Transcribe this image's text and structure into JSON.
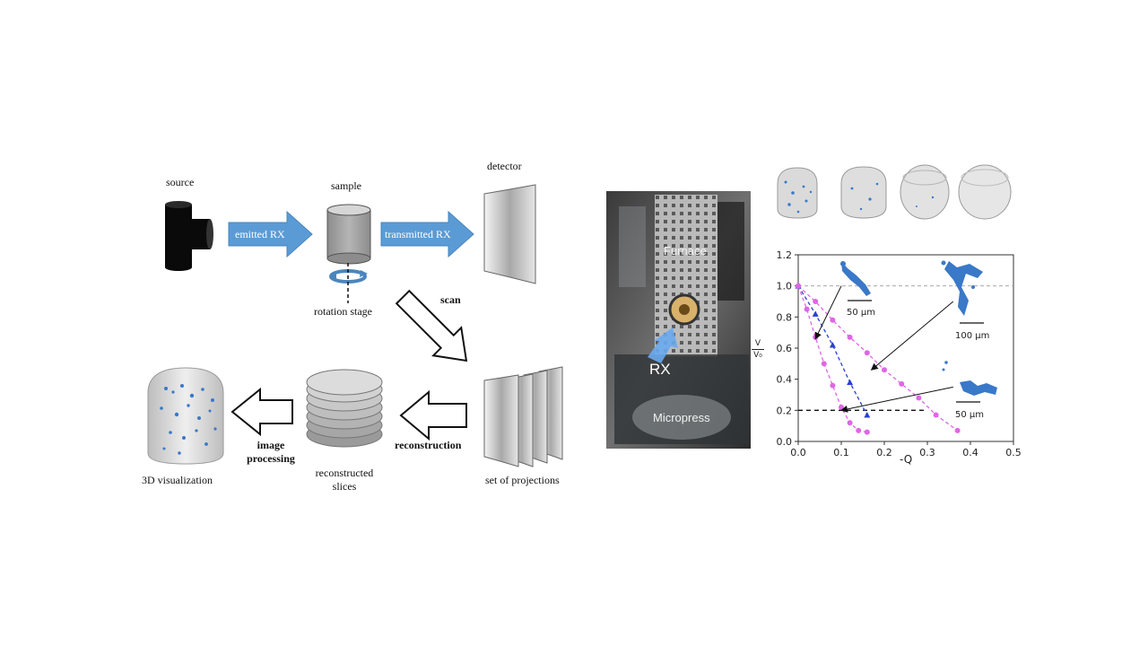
{
  "workflow": {
    "source_label": "source",
    "sample_label": "sample",
    "detector_label": "detector",
    "emitted_label": "emitted RX",
    "transmitted_label": "transmitted RX",
    "rotation_label": "rotation stage",
    "scan_label": "scan",
    "projections_label": "set of projections",
    "reconstruction_label": "reconstruction",
    "slices_label_line1": "reconstructed",
    "slices_label_line2": "slices",
    "processing_label_line1": "image",
    "processing_label_line2": "processing",
    "visualization_label": "3D visualization"
  },
  "photo": {
    "furnace_label": "Furnace",
    "rx_label": "RX",
    "micropress_label": "Micropress"
  },
  "colors": {
    "accent_blue": "#5b9bd5",
    "particle_blue": "#3a78c8",
    "magenta": "#e066e6",
    "dark_blue": "#2a3fd0"
  },
  "chart_data": {
    "type": "line",
    "xlabel": "-Q",
    "ylabel_num": "V",
    "ylabel_den": "V₀",
    "xlim": [
      0.0,
      0.5
    ],
    "ylim": [
      0.0,
      1.2
    ],
    "xticks": [
      "0.0",
      "0.1",
      "0.2",
      "0.3",
      "0.4",
      "0.5"
    ],
    "yticks": [
      "0.0",
      "0.2",
      "0.4",
      "0.6",
      "0.8",
      "1.0",
      "1.2"
    ],
    "reference_line_y": 1.0,
    "threshold_line_y": 0.2,
    "threshold_line_x": [
      0.0,
      0.3
    ],
    "series": [
      {
        "color": "#e066e6",
        "x": [
          0.0,
          0.04,
          0.08,
          0.12,
          0.16,
          0.2,
          0.24,
          0.28,
          0.32,
          0.37
        ],
        "y": [
          1.0,
          0.9,
          0.78,
          0.67,
          0.57,
          0.46,
          0.37,
          0.28,
          0.17,
          0.07
        ]
      },
      {
        "color": "#2a3fd0",
        "x": [
          0.0,
          0.04,
          0.08,
          0.12,
          0.16
        ],
        "y": [
          1.0,
          0.82,
          0.62,
          0.38,
          0.17
        ]
      },
      {
        "color": "#e066e6",
        "x": [
          0.0,
          0.02,
          0.04,
          0.06,
          0.08,
          0.1,
          0.12,
          0.14,
          0.16
        ],
        "y": [
          1.0,
          0.85,
          0.67,
          0.5,
          0.36,
          0.22,
          0.12,
          0.07,
          0.06
        ]
      }
    ],
    "annotations": [
      "50 µm",
      "100 µm",
      "50 µm"
    ]
  }
}
